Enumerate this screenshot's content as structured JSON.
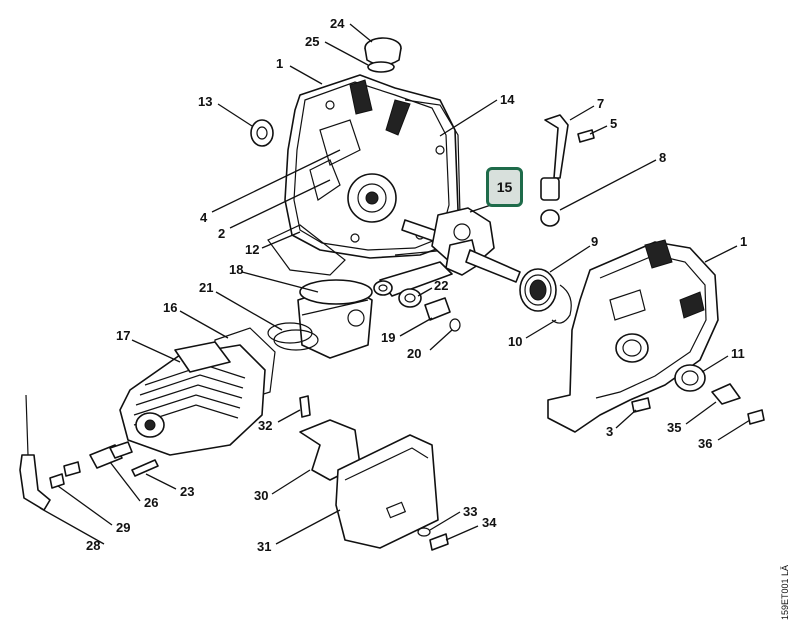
{
  "drawing_code": "159ET001 LÄ",
  "highlight": {
    "label": "15",
    "border_color": "#1e6b4a",
    "fill_color": "#d8e0dc"
  },
  "callouts": [
    {
      "id": "c24",
      "label": "24"
    },
    {
      "id": "c25",
      "label": "25"
    },
    {
      "id": "c1a",
      "label": "1"
    },
    {
      "id": "c13",
      "label": "13"
    },
    {
      "id": "c14",
      "label": "14"
    },
    {
      "id": "c7",
      "label": "7"
    },
    {
      "id": "c5",
      "label": "5"
    },
    {
      "id": "c8",
      "label": "8"
    },
    {
      "id": "c4",
      "label": "4"
    },
    {
      "id": "c2",
      "label": "2"
    },
    {
      "id": "c12",
      "label": "12"
    },
    {
      "id": "c9",
      "label": "9"
    },
    {
      "id": "c1b",
      "label": "1"
    },
    {
      "id": "c18",
      "label": "18"
    },
    {
      "id": "c21",
      "label": "21"
    },
    {
      "id": "c22",
      "label": "22"
    },
    {
      "id": "c16",
      "label": "16"
    },
    {
      "id": "c17",
      "label": "17"
    },
    {
      "id": "c19",
      "label": "19"
    },
    {
      "id": "c10",
      "label": "10"
    },
    {
      "id": "c20",
      "label": "20"
    },
    {
      "id": "c11",
      "label": "11"
    },
    {
      "id": "c32",
      "label": "32"
    },
    {
      "id": "c3",
      "label": "3"
    },
    {
      "id": "c35",
      "label": "35"
    },
    {
      "id": "c36",
      "label": "36"
    },
    {
      "id": "c23",
      "label": "23"
    },
    {
      "id": "c26",
      "label": "26"
    },
    {
      "id": "c30",
      "label": "30"
    },
    {
      "id": "c29",
      "label": "29"
    },
    {
      "id": "c33",
      "label": "33"
    },
    {
      "id": "c34",
      "label": "34"
    },
    {
      "id": "c28",
      "label": "28"
    },
    {
      "id": "c31",
      "label": "31"
    }
  ]
}
